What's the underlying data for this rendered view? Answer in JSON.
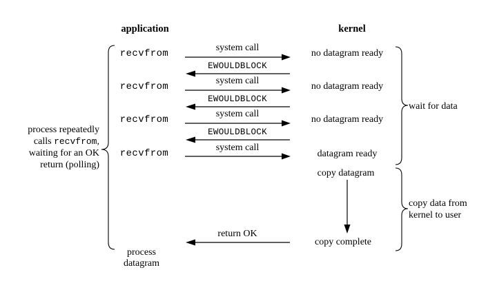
{
  "headers": {
    "application": "application",
    "kernel": "kernel"
  },
  "exchanges": [
    {
      "app": "recvfrom",
      "call": "system call",
      "reply": "EWOULDBLOCK",
      "kernel": "no datagram ready"
    },
    {
      "app": "recvfrom",
      "call": "system call",
      "reply": "EWOULDBLOCK",
      "kernel": "no datagram ready"
    },
    {
      "app": "recvfrom",
      "call": "system call",
      "reply": "EWOULDBLOCK",
      "kernel": "no datagram ready"
    },
    {
      "app": "recvfrom",
      "call": "system call",
      "kernel": "datagram ready"
    }
  ],
  "kernel_actions": {
    "copy_start": "copy datagram",
    "copy_end": "copy complete"
  },
  "return_label": "return OK",
  "left_note": {
    "line1": "process repeatedly",
    "line2_prefix": "calls ",
    "line2_code": "recvfrom",
    "line2_suffix": ",",
    "line3": "waiting for an OK",
    "line4": "return (polling)"
  },
  "bottom_note": {
    "line1": "process",
    "line2": "datagram"
  },
  "braces": {
    "wait": "wait for data",
    "copy_line1": "copy data from",
    "copy_line2": "kernel to user"
  },
  "colors": {
    "ink": "#000000",
    "background": "#ffffff"
  }
}
